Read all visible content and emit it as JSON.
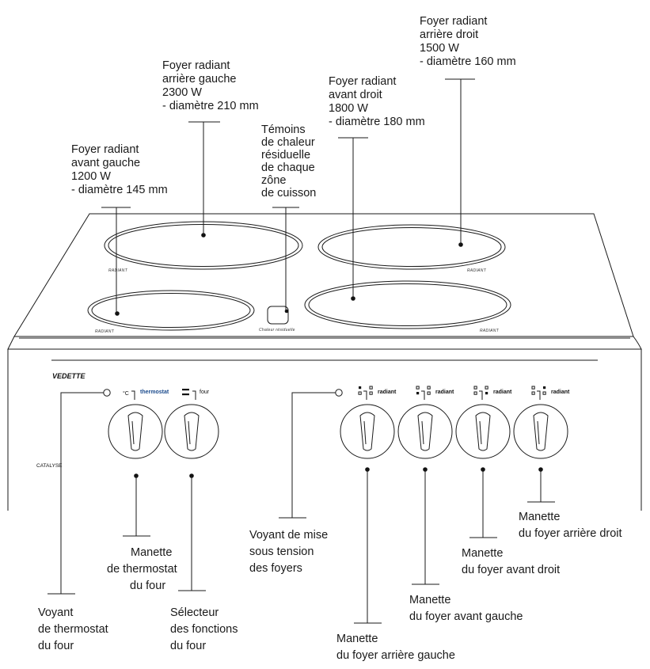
{
  "brand": "VEDETTE",
  "panel": {
    "thermostat_symbol": "°C",
    "thermostat_label": "thermostat",
    "four_label": "four",
    "radiant_label": "radiant",
    "catalyse_label": "CATALYSE"
  },
  "hob": {
    "zone_label": "RADIANT",
    "residual_label": "Chaleur résiduelle"
  },
  "annotations": {
    "avant_gauche": [
      "Foyer radiant",
      "avant gauche",
      "1200 W",
      "- diamètre 145 mm"
    ],
    "arriere_gauche": [
      "Foyer radiant",
      "arrière gauche",
      "2300 W",
      "- diamètre 210 mm"
    ],
    "temoins": [
      "Témoins",
      "de chaleur",
      "résiduelle",
      "de chaque",
      "zône",
      "de cuisson"
    ],
    "avant_droit": [
      "Foyer radiant",
      "avant droit",
      "1800 W",
      "- diamètre 180 mm"
    ],
    "arriere_droit": [
      "Foyer radiant",
      "arrière droit",
      "1500 W",
      "- diamètre 160 mm"
    ],
    "manette_thermostat": [
      "Manette",
      "de thermostat",
      "du four"
    ],
    "voyant_thermostat": [
      "Voyant",
      "de thermostat",
      "du four"
    ],
    "selecteur": [
      "Sélecteur",
      "des fonctions",
      "du four"
    ],
    "voyant_tension": [
      "Voyant de mise",
      "sous tension",
      "des foyers"
    ],
    "manette_arriere_gauche": [
      "Manette",
      "du foyer arrière gauche"
    ],
    "manette_avant_gauche": [
      "Manette",
      "du foyer avant gauche"
    ],
    "manette_avant_droit": [
      "Manette",
      "du foyer avant droit"
    ],
    "manette_arriere_droit": [
      "Manette",
      "du foyer arrière droit"
    ]
  }
}
